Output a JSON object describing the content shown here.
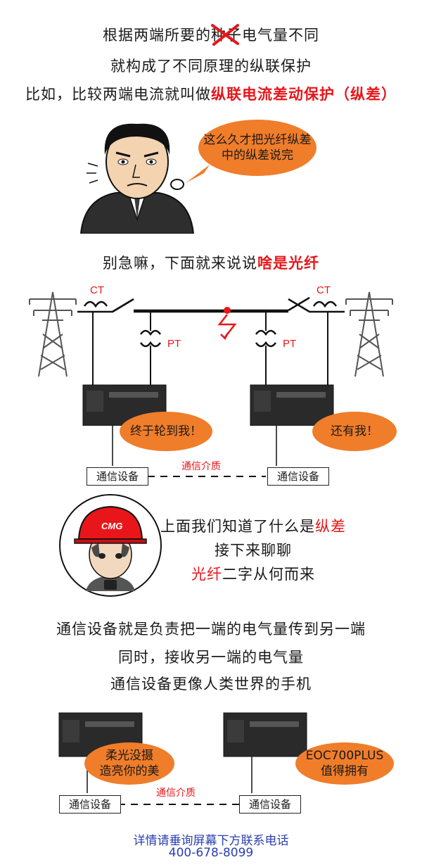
{
  "intro": {
    "l1_a": "根据两端所要的",
    "l1_strike": "种子",
    "l1_b": "电气量不同",
    "l2": "就构成了不同原理的纵联保护",
    "l3_a": "比如，比较两端电流就叫做",
    "l3_red": "纵联电流差动保护（纵差）"
  },
  "man_bubble": {
    "l1": "这么久才把光纤纵差",
    "l2": "中的纵差说完"
  },
  "mid_line": {
    "a": "别急嘛，下面就来说说",
    "red": "啥是光纤"
  },
  "diagram1": {
    "ct_left": "CT",
    "ct_right": "CT",
    "pt_left": "PT",
    "pt_right": "PT",
    "bubble_left": "终于轮到我！",
    "bubble_right": "还有我！",
    "box_left": "通信设备",
    "box_right": "通信设备",
    "medium": "通信介质"
  },
  "worker": {
    "helmet_logo": "CMG",
    "l1_a": "上面我们知道了什么是",
    "l1_red": "纵差",
    "l2": "接下来聊聊",
    "l3_red": "光纤",
    "l3_b": "二字从何而来"
  },
  "explain": {
    "l1": "通信设备就是负责把一端的电气量传到另一端",
    "l2": "同时，接收另一端的电气量",
    "l3": "通信设备更像人类世界的手机"
  },
  "diagram2": {
    "bubble_left_l1": "柔光没摄",
    "bubble_left_l2": "造亮你的美",
    "bubble_right_l1": "EOC700PLUS",
    "bubble_right_l2": "值得拥有",
    "box_left": "通信设备",
    "box_right": "通信设备",
    "medium": "通信介质"
  },
  "footer": {
    "l1": "详情请垂询屏幕下方联系电话",
    "phone": "400-678-8099"
  },
  "colors": {
    "accent_red": "#e8161a",
    "bubble_orange": "#f07d2a",
    "footer_blue": "#2b3fb0"
  }
}
